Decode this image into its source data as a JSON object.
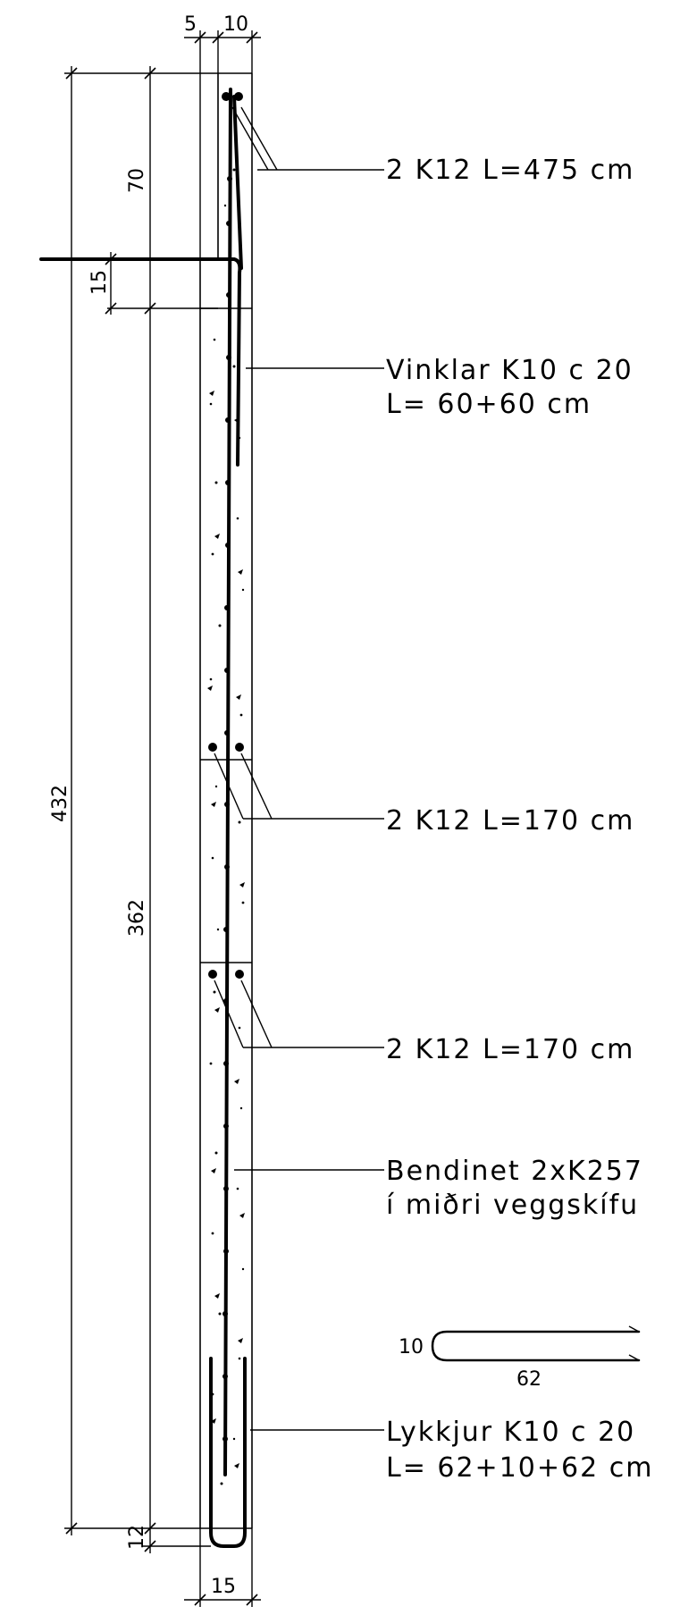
{
  "dimensions": {
    "top_cover": "5",
    "top_width": "10",
    "upper_height": "70",
    "slab_height": "15",
    "total_height": "432",
    "wall_height": "362",
    "bottom_height": "12",
    "bottom_width": "15"
  },
  "callouts": [
    {
      "lines": [
        "2  K12  L=475  cm"
      ]
    },
    {
      "lines": [
        "Vinklar  K10  c  20",
        "L=  60+60  cm"
      ]
    },
    {
      "lines": [
        "2  K12  L=170  cm"
      ]
    },
    {
      "lines": [
        "2  K12  L=170  cm"
      ]
    },
    {
      "lines": [
        "Bendinet  2xK257",
        "í  miðri  veggskífu"
      ]
    },
    {
      "lines": [
        "Lykkjur  K10  c  20",
        "L=  62+10+62  cm"
      ]
    }
  ],
  "loop_detail": {
    "height": "10",
    "length": "62"
  }
}
